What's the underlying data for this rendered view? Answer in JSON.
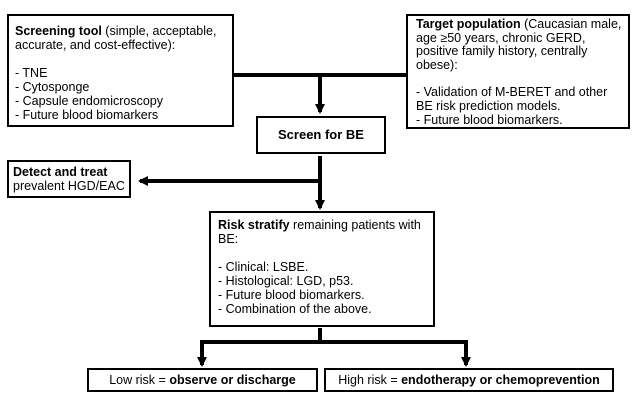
{
  "screening_tool": {
    "heading": "Screening tool",
    "desc": " (simple, acceptable, accurate, and cost-effective):",
    "items": [
      "- TNE",
      "- Cytosponge",
      "- Capsule endomicroscopy",
      "- Future blood biomarkers"
    ]
  },
  "target_population": {
    "heading": "Target population",
    "desc": " (Caucasian male, age ≥50 years, chronic GERD, positive family history, centrally obese):",
    "items": [
      "- Validation of M-BERET and other BE risk prediction models.",
      "- Future blood biomarkers."
    ]
  },
  "screen": {
    "label": "Screen for BE"
  },
  "detect": {
    "heading": "Detect and treat",
    "desc": "prevalent HGD/EAC"
  },
  "risk": {
    "heading": "Risk stratify",
    "desc": " remaining patients with BE:",
    "items": [
      "- Clinical: LSBE.",
      "- Histological: LGD, p53.",
      "- Future blood biomarkers.",
      "- Combination of the above."
    ]
  },
  "low_risk": {
    "prefix": "Low risk = ",
    "action": "observe or discharge"
  },
  "high_risk": {
    "prefix": "High risk = ",
    "action": "endotherapy or chemoprevention"
  }
}
